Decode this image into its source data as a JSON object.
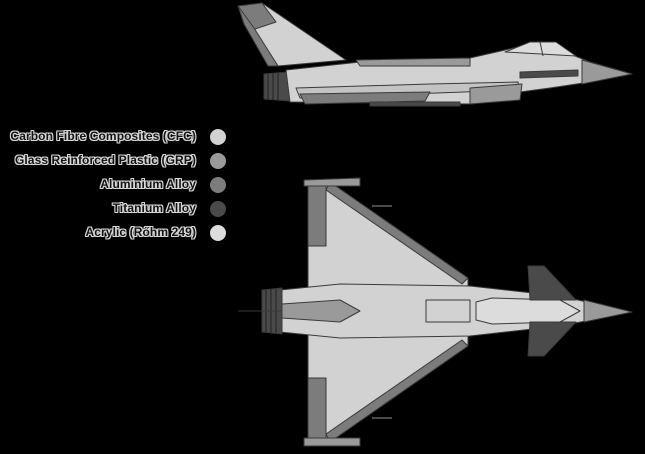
{
  "legend": [
    {
      "label": "Carbon Fibre Composites (CFC)",
      "color": "#d2d2d2"
    },
    {
      "label": "Glass Reinforced Plastic (GRP)",
      "color": "#9a9a9a"
    },
    {
      "label": "Aluminium Alloy",
      "color": "#7c7c7c"
    },
    {
      "label": "Titanium Alloy",
      "color": "#4a4a4a"
    },
    {
      "label": "Acrylic (Rőhm 249)",
      "color": "#dcdcdc"
    }
  ],
  "colors": {
    "background": "#000000",
    "cfc": "#d2d2d2",
    "grp": "#9a9a9a",
    "aluminium": "#7c7c7c",
    "titanium": "#4a4a4a",
    "acrylic": "#dcdcdc",
    "outline": "#3a3a3a"
  }
}
